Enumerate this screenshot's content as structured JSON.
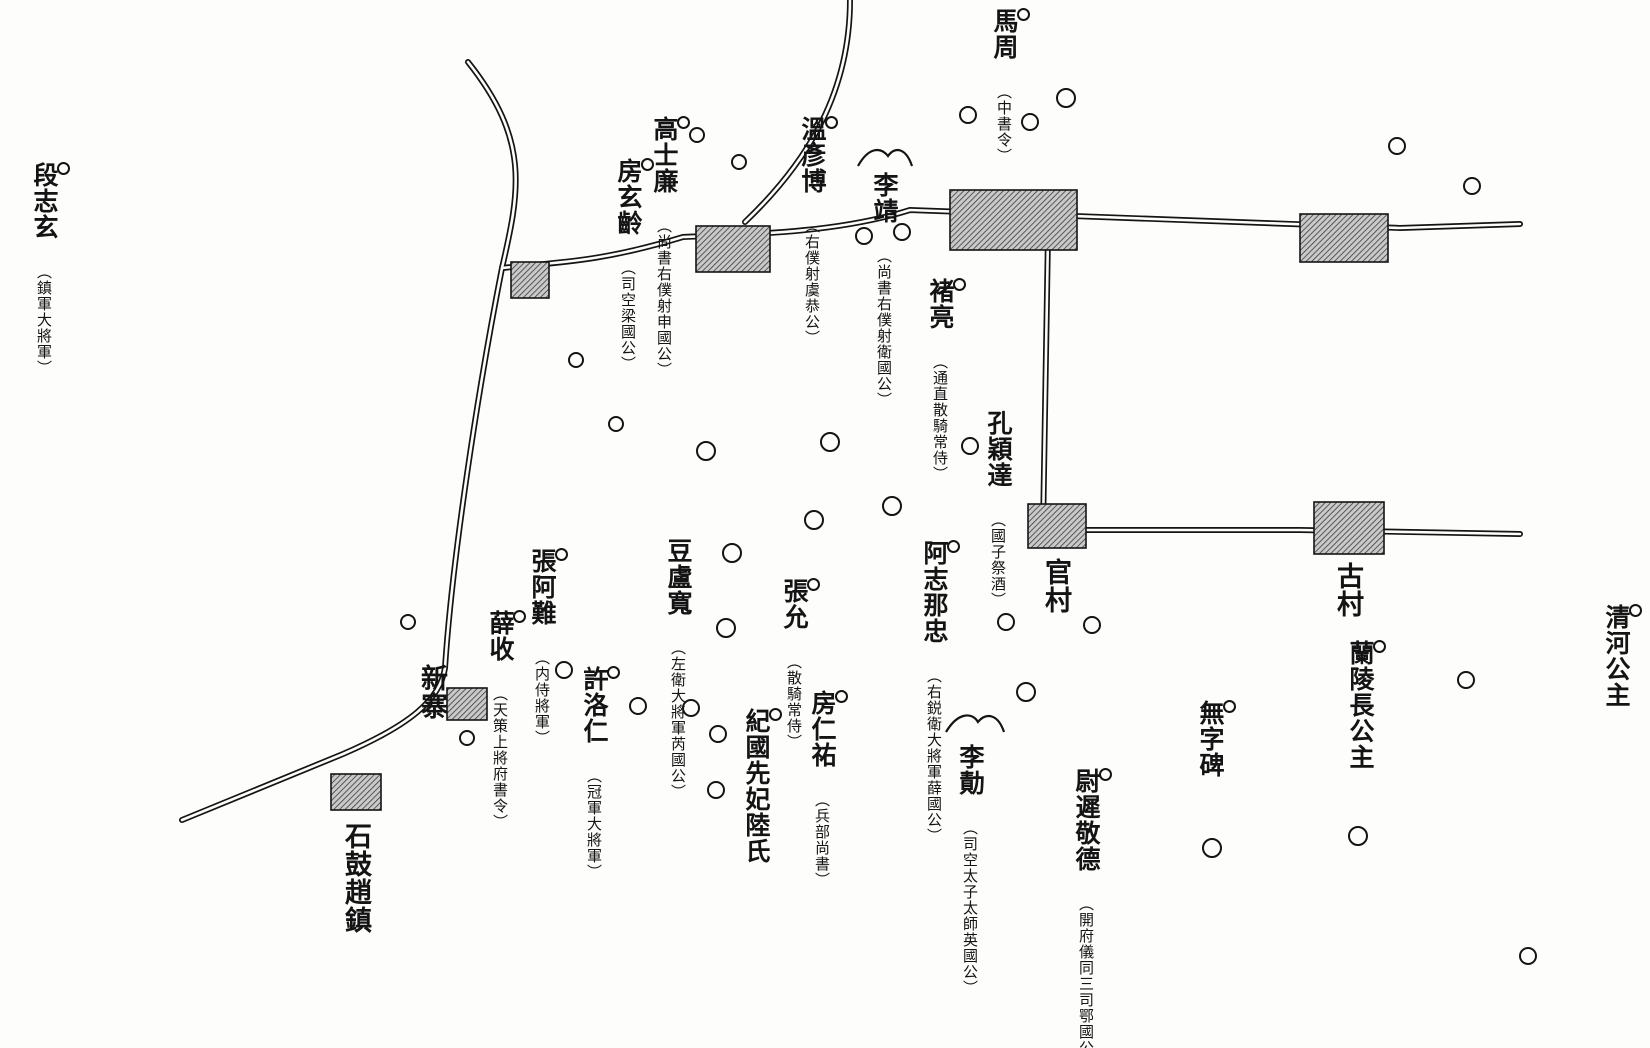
{
  "map": {
    "colors": {
      "ink": "#141414",
      "paper": "#fdfdfb",
      "hatch": "#8a8a8a"
    },
    "labels": {
      "duan": {
        "name": "段志玄",
        "title": "（鎮軍大將軍）"
      },
      "gao": {
        "name": "高士廉",
        "title": "（尚書右僕射申國公）"
      },
      "fang": {
        "name": "房玄齡",
        "title": "（司空梁國公）"
      },
      "wen": {
        "name": "溫彥博",
        "title": "（右僕射虞恭公）"
      },
      "lijing": {
        "name": "李靖",
        "title": "（尚書右僕射衛國公）"
      },
      "mazhou": {
        "name": "馬周",
        "title": "（中書令）"
      },
      "chu": {
        "name": "褚亮",
        "title": "（通直散騎常侍）"
      },
      "kong": {
        "name": "孔穎達",
        "title": "（國子祭酒）"
      },
      "ashina": {
        "name": "阿志那忠",
        "title": "（右鋭衛大將軍薛國公）"
      },
      "zhangan": {
        "name": "張阿難",
        "title": "（内侍將軍）"
      },
      "xueshou": {
        "name": "薛收",
        "title": "（天策上將府書令）"
      },
      "xuluoren": {
        "name": "許洛仁",
        "title": "（冠軍大將軍）"
      },
      "doulu": {
        "name": "豆盧寬",
        "title": "（左衛大將軍芮國公）"
      },
      "zhangyun": {
        "name": "張允",
        "title": "（散騎常侍）"
      },
      "jiguo": {
        "name": "紀國先妃陸氏",
        "title": ""
      },
      "fangren": {
        "name": "房仁祐",
        "title": "（兵部尚書）"
      },
      "liji": {
        "name": "李勣",
        "title": "（司空太子太師英國公）"
      },
      "yuchi": {
        "name": "尉遲敬德",
        "title": "（開府儀同三司鄂國公）"
      },
      "wuzibei": {
        "name": "無字碑",
        "title": ""
      },
      "lanling": {
        "name": "蘭陵長公主",
        "title": ""
      },
      "qinghe": {
        "name": "清河公主",
        "title": ""
      }
    },
    "places": {
      "xinzhai": "新寨",
      "shigu": "石鼓趙鎮",
      "guancun": "官村",
      "gucun": "古村"
    }
  }
}
